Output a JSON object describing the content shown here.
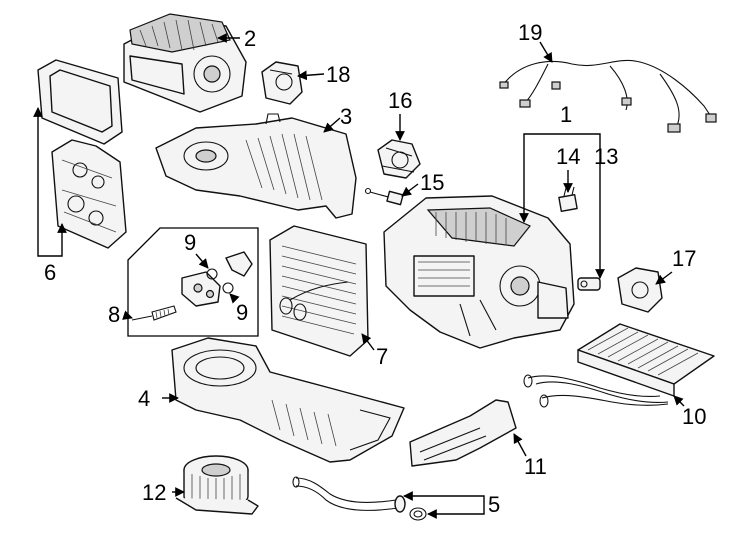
{
  "diagram": {
    "callouts": [
      {
        "id": "c1",
        "label": "1"
      },
      {
        "id": "c2",
        "label": "2"
      },
      {
        "id": "c3",
        "label": "3"
      },
      {
        "id": "c4",
        "label": "4"
      },
      {
        "id": "c5",
        "label": "5"
      },
      {
        "id": "c6",
        "label": "6"
      },
      {
        "id": "c7",
        "label": "7"
      },
      {
        "id": "c8",
        "label": "8"
      },
      {
        "id": "c9a",
        "label": "9"
      },
      {
        "id": "c9b",
        "label": "9"
      },
      {
        "id": "c10",
        "label": "10"
      },
      {
        "id": "c11",
        "label": "11"
      },
      {
        "id": "c12",
        "label": "12"
      },
      {
        "id": "c13",
        "label": "13"
      },
      {
        "id": "c14",
        "label": "14"
      },
      {
        "id": "c15",
        "label": "15"
      },
      {
        "id": "c16",
        "label": "16"
      },
      {
        "id": "c17",
        "label": "17"
      },
      {
        "id": "c18",
        "label": "18"
      },
      {
        "id": "c19",
        "label": "19"
      }
    ]
  }
}
